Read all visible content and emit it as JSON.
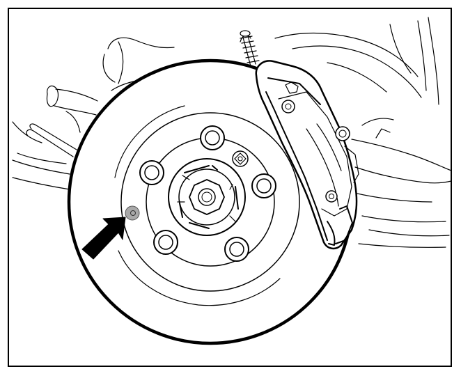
{
  "figure": {
    "type": "technical-line-illustration",
    "subject": "front-brake-disc-rotor-with-caliper",
    "lug_nut_count": 5,
    "callout": {
      "icon": "arrow-icon",
      "target": "rotor-retaining-screw",
      "highlight_color": "#a9a9a9"
    },
    "colors": {
      "ink": "#000000",
      "paper": "#ffffff",
      "highlight": "#a9a9a9",
      "callout_arrow": "#000000"
    }
  }
}
